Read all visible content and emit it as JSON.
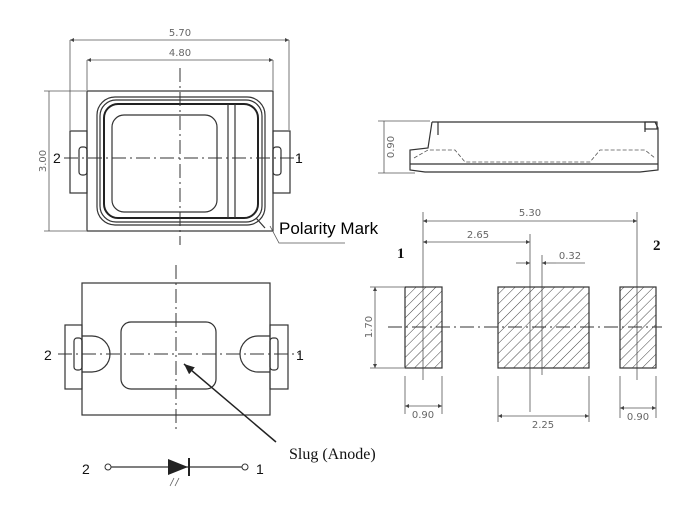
{
  "top_view": {
    "dim_width_overall": "5.70",
    "dim_width_body": "4.80",
    "dim_height": "3.00",
    "pin_left": "2",
    "pin_right": "1",
    "polarity_label": "Polarity Mark"
  },
  "side_view": {
    "dim_thickness": "0.90"
  },
  "bottom_view": {
    "pin_left": "2",
    "pin_right": "1",
    "slug_label": "Slug (Anode)"
  },
  "diode_symbol": {
    "pin_left": "2",
    "pin_right": "1"
  },
  "footprint": {
    "pin_left": "1",
    "pin_right": "2",
    "dim_pitch": "5.30",
    "dim_half_pitch": "2.65",
    "dim_offset": "0.32",
    "dim_pad_height": "1.70",
    "dim_pad_left_width": "0.90",
    "dim_center_pad_width": "2.25",
    "dim_pad_right_width": "0.90"
  }
}
